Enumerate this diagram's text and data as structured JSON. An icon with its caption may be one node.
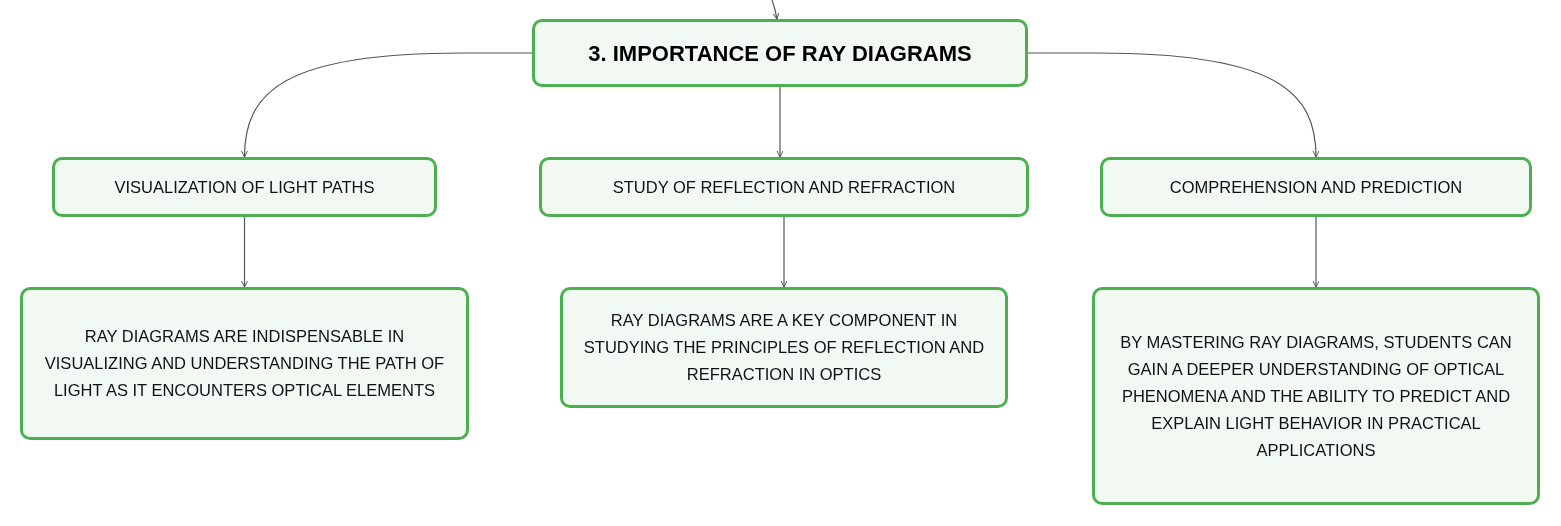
{
  "diagram": {
    "nodes": [
      {
        "text": [
          "3. IMPORTANCE OF RAY DIAGRAMS"
        ]
      },
      {
        "text": [
          "VISUALIZATION OF LIGHT PATHS"
        ]
      },
      {
        "text": [
          "STUDY OF REFLECTION AND REFRACTION"
        ]
      },
      {
        "text": [
          "COMPREHENSION AND PREDICTION"
        ]
      },
      {
        "text": [
          "RAY DIAGRAMS ARE INDISPENSABLE IN VISUALIZING AND UNDERSTANDING THE PATH OF LIGHT AS IT ENCOUNTERS OPTICAL ELEMENTS"
        ]
      },
      {
        "text": [
          "RAY DIAGRAMS ARE A KEY COMPONENT IN STUDYING THE PRINCIPLES OF REFLECTION AND REFRACTION IN OPTICS"
        ]
      },
      {
        "text": [
          "BY MASTERING RAY DIAGRAMS, STUDENTS CAN GAIN A DEEPER UNDERSTANDING OF OPTICAL PHENOMENA AND THE ABILITY TO PREDICT AND EXPLAIN LIGHT BEHAVIOR IN PRACTICAL APPLICATIONS"
        ]
      }
    ],
    "edges": [
      {
        "from": null,
        "to": 0,
        "arrow": "to"
      },
      {
        "from": 0,
        "to": 1,
        "arrow": "to"
      },
      {
        "from": 0,
        "to": 2,
        "arrow": "to"
      },
      {
        "from": 0,
        "to": 3,
        "arrow": "to"
      },
      {
        "from": 1,
        "to": 4,
        "arrow": "to"
      },
      {
        "from": 2,
        "to": 5,
        "arrow": "to"
      },
      {
        "from": 3,
        "to": 6,
        "arrow": "to"
      }
    ]
  }
}
